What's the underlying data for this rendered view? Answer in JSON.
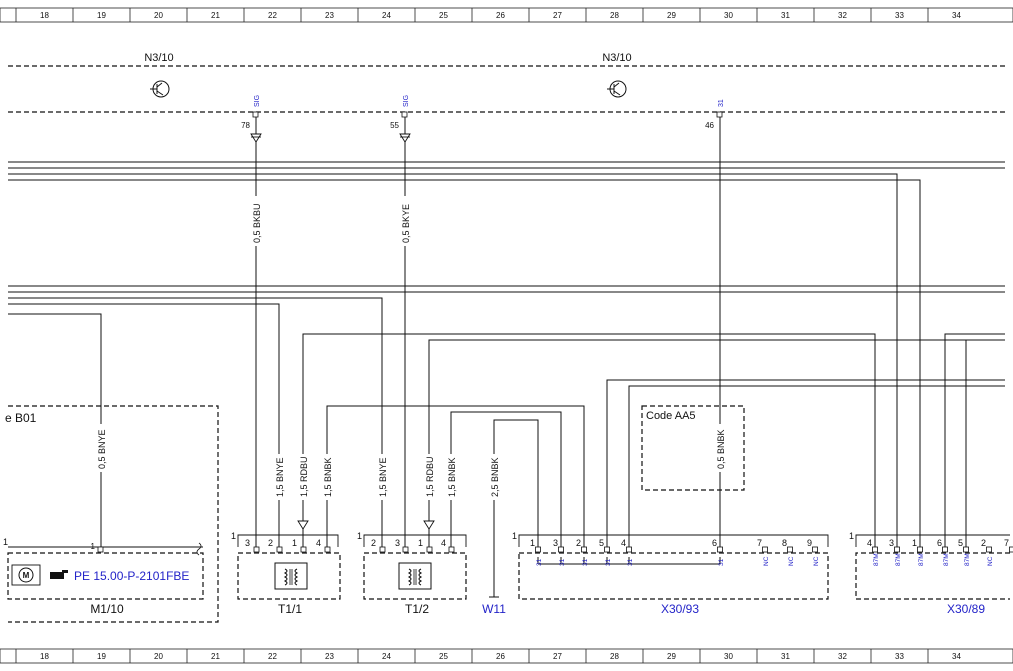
{
  "ruler": {
    "columns": [
      "18",
      "19",
      "20",
      "21",
      "22",
      "23",
      "24",
      "25",
      "26",
      "27",
      "28",
      "29",
      "30",
      "31",
      "32",
      "33",
      "34"
    ]
  },
  "modules": {
    "n3_left": "N3/10",
    "n3_right": "N3/10"
  },
  "top_pins": [
    {
      "id": "sig1",
      "signal": "SIG",
      "pin": "78"
    },
    {
      "id": "sig2",
      "signal": "SIG",
      "pin": "55"
    },
    {
      "id": "gnd",
      "signal": "31",
      "pin": "46"
    }
  ],
  "wires": {
    "bkbu": "0,5 BKBU",
    "bkye": "0,5 BKYE",
    "bnye_m": "0,5 BNYE",
    "t11_a": "1,5 BNYE",
    "t11_b": "1,5 RDBU",
    "t11_c": "1,5 BNBK",
    "t12_a": "1,5 BNYE",
    "t12_b": "1,5 RDBU",
    "t12_c": "1,5 BNBK",
    "w11": "2,5 BNBK",
    "aa5": "0,5 BNBK"
  },
  "boxes": {
    "b01": "e B01",
    "code": "Code AA5"
  },
  "components": {
    "m110": "M1/10",
    "pe_ref": "PE 15.00-P-2101FBE",
    "t11": "T1/1",
    "t12": "T1/2",
    "w11": "W11",
    "x3093": "X30/93",
    "x3089": "X30/89"
  },
  "m110_pins": {
    "corner": "1",
    "pin": "1"
  },
  "t11_pins": {
    "corner": "1",
    "pins": [
      "3",
      "2",
      "1",
      "4"
    ]
  },
  "t12_pins": {
    "corner": "1",
    "pins": [
      "2",
      "3",
      "1",
      "4"
    ]
  },
  "x3093_pins": {
    "corner": "1",
    "pins": [
      "1",
      "3",
      "2",
      "5",
      "4",
      "6",
      "7",
      "8",
      "9"
    ],
    "tags": [
      "31",
      "31",
      "31",
      "31",
      "31",
      "31",
      "NC",
      "NC",
      "NC"
    ]
  },
  "x3089_pins": {
    "corner": "1",
    "pins": [
      "4",
      "3",
      "1",
      "6",
      "5",
      "2",
      "7"
    ],
    "tags": [
      "87M",
      "87M",
      "87M",
      "87M",
      "87M",
      "NC"
    ]
  },
  "colors": {
    "line": "#111111",
    "label_blue": "#2323c8"
  }
}
